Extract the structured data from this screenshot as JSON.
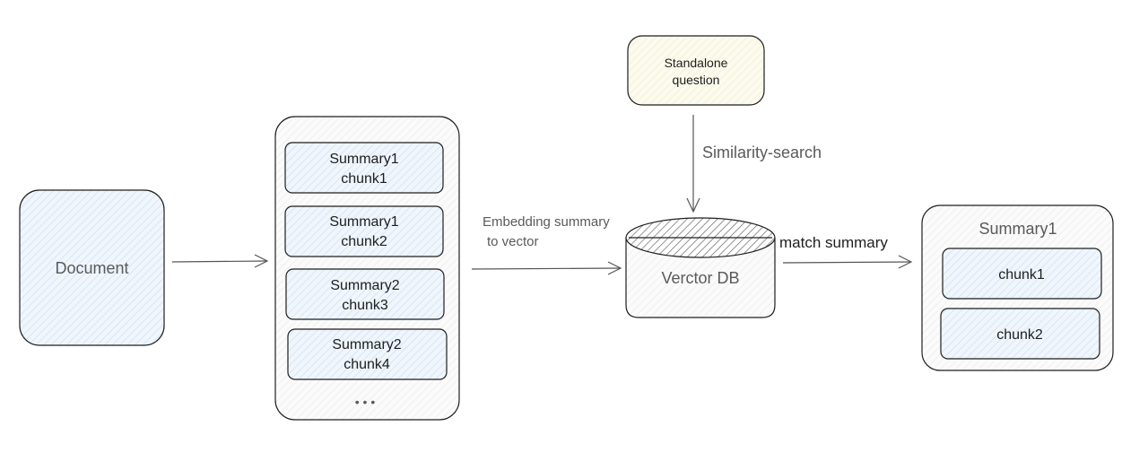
{
  "document": {
    "label": "Document"
  },
  "chunk_panel": {
    "items": [
      {
        "line1": "Summary1",
        "line2": "chunk1"
      },
      {
        "line1": "Summary1",
        "line2": "chunk2"
      },
      {
        "line1": "Summary2",
        "line2": "chunk3"
      },
      {
        "line1": "Summary2",
        "line2": "chunk4"
      }
    ],
    "ellipsis": "•   •   •"
  },
  "embed_arrow": {
    "line1": "Embedding summary",
    "line2": "to vector"
  },
  "question": {
    "line1": "Standalone",
    "line2": "question"
  },
  "search_arrow": {
    "label": "Similarity-search"
  },
  "vector_db": {
    "label": "Verctor DB"
  },
  "match_arrow": {
    "label": "match summary"
  },
  "result": {
    "title": "Summary1",
    "items": [
      "chunk1",
      "chunk2"
    ]
  },
  "colors": {
    "blue_fill": "#eaf3fb",
    "hatch_blue": "#c9def0",
    "yellow_fill": "#fbf9e8",
    "stroke": "#1e1e1e",
    "arrow": "#555555"
  }
}
